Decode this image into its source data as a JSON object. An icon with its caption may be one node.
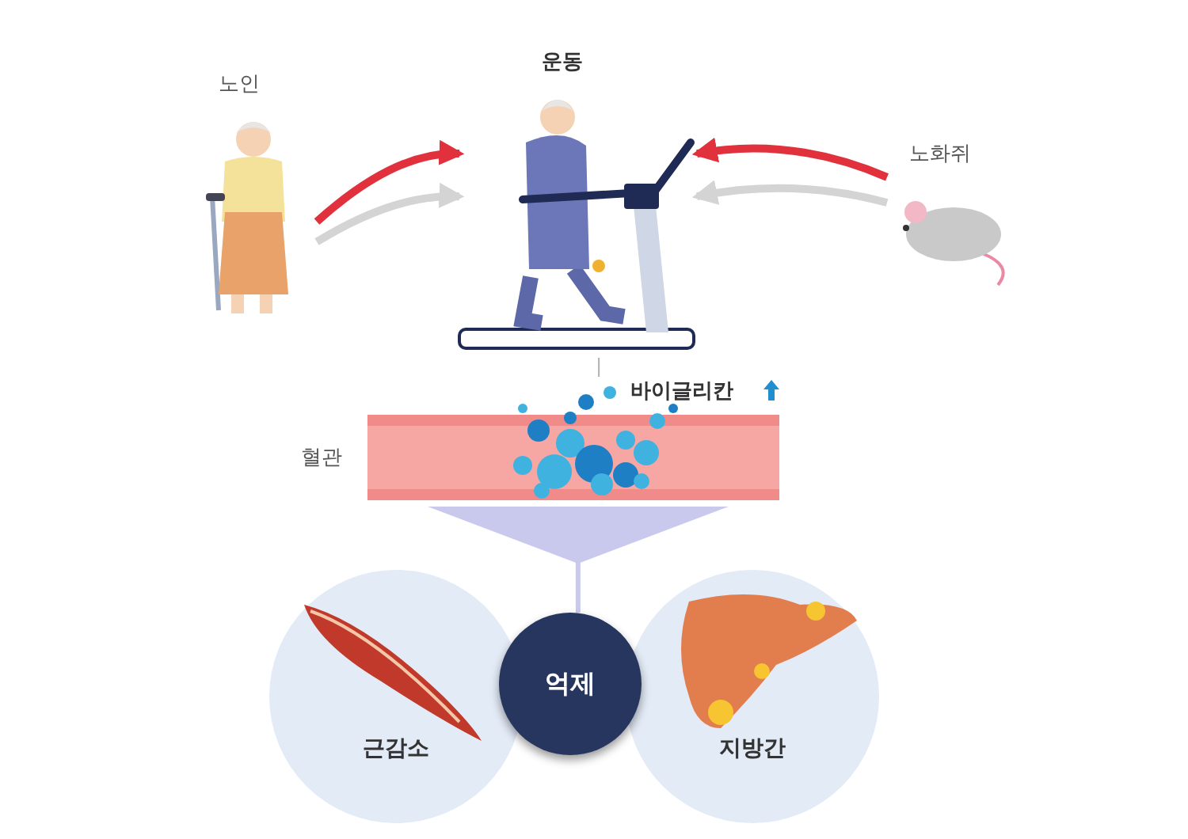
{
  "diagram": {
    "nodes": [
      {
        "text": [
          "노인"
        ]
      },
      {
        "text": [
          "운동"
        ]
      },
      {
        "text": [
          "노화쥐"
        ]
      },
      {
        "text": [
          "혈관"
        ],
        "beside": [
          "바이글리칸"
        ]
      },
      {
        "text": [
          "근감소"
        ]
      },
      {
        "text": [
          "억제"
        ]
      },
      {
        "text": [
          "지방간"
        ]
      }
    ],
    "edges": [
      {
        "from": 0,
        "to": 1,
        "arrow": "to",
        "color": "#e0313c"
      },
      {
        "from": 0,
        "to": 1,
        "arrow": "to",
        "color": "#d4d4d4"
      },
      {
        "from": 2,
        "to": 1,
        "arrow": "to",
        "color": "#e0313c"
      },
      {
        "from": 2,
        "to": 1,
        "arrow": "to",
        "color": "#d4d4d4"
      },
      {
        "from": 1,
        "to": 3,
        "arrow": "none",
        "color": "#b0b0b0"
      },
      {
        "from": 3,
        "to": 5,
        "arrow": "to",
        "color": "#c9c9ee"
      }
    ]
  }
}
